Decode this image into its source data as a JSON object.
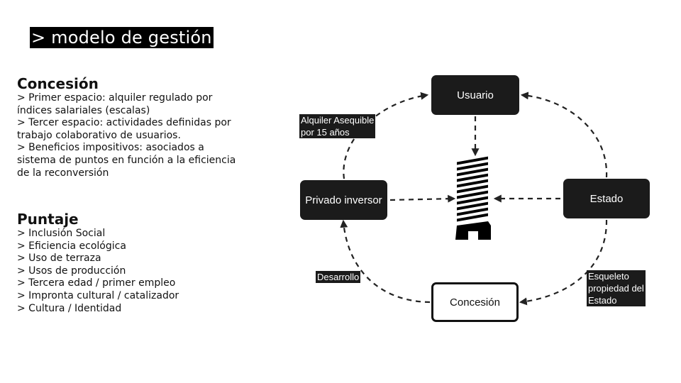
{
  "title": "> modelo de gestión",
  "concesion": {
    "heading": "Concesión",
    "lines": [
      "> Primer espacio: alquiler regulado por",
      "índices salariales (escalas)",
      "> Tercer espacio: actividades definidas por",
      "trabajo colaborativo de usuarios.",
      "> Beneficios impositivos: asociados a",
      "sistema de puntos en función a la eficiencia",
      "de la reconversión"
    ]
  },
  "puntaje": {
    "heading": "Puntaje",
    "lines": [
      "> Inclusión Social",
      "> Eficiencia ecológica",
      "> Uso de terraza",
      "> Usos de producción",
      "> Tercera edad / primer empleo",
      "> Impronta cultural  / catalizador",
      "> Cultura / Identidad"
    ]
  },
  "diagram": {
    "nodes": {
      "usuario": "Usuario",
      "estado": "Estado",
      "privado": "Privado inversor",
      "concesion": "Concesión"
    },
    "labels": {
      "alquiler": [
        "Alquiler Asequible",
        "por 15 años"
      ],
      "desarrollo": "Desarrollo",
      "esqueleto": [
        "Esqueleto",
        "propiedad del",
        "Estado"
      ]
    },
    "building_icon": "building-icon"
  }
}
